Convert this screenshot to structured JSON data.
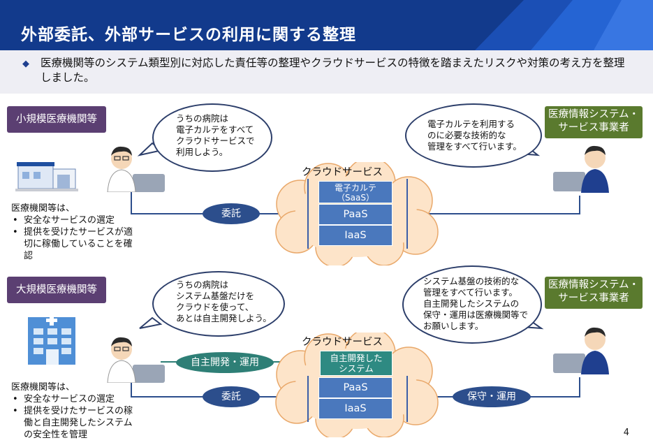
{
  "header": {
    "title": "外部委託、外部サービスの利用に関する整理"
  },
  "summary": {
    "bullet": "◆",
    "text": "医療機関等のシステム類型別に対応した責任等の整理やクラウドサービスの特徴を踏まえたリスクや対策の考え方を整理しました。"
  },
  "top": {
    "tag_left": "小規模医療機関等",
    "tag_right_line1": "医療情報システム・",
    "tag_right_line2": "サービス事業者",
    "left_text_intro": "医療機関等は、",
    "left_text_items": [
      "安全なサービスの選定",
      "提供を受けたサービスが適切に稼働していることを確認"
    ],
    "bubble_left": [
      "うちの病院は",
      "電子カルテをすべて",
      "クラウドサービスで",
      "利用しよう。"
    ],
    "bubble_right": [
      "電子カルテを利用する",
      "のに必要な技術的な",
      "管理をすべて行います。"
    ],
    "cloud_title": "クラウドサービス",
    "stack": [
      "電子カルテ",
      "（SaaS）",
      "PaaS",
      "IaaS"
    ],
    "ellipse_left": "委託"
  },
  "bottom": {
    "tag_left": "大規模医療機関等",
    "tag_right_line1": "医療情報システム・",
    "tag_right_line2": "サービス事業者",
    "left_text_intro": "医療機関等は、",
    "left_text_items": [
      "安全なサービスの選定",
      "提供を受けたサービスの稼働と自主開発したシステムの安全性を管理"
    ],
    "bubble_left": [
      "うちの病院は",
      "システム基盤だけを",
      "クラウドを使って、",
      "あとは自主開発しよう。"
    ],
    "bubble_right": [
      "システム基盤の技術的な",
      "管理をすべて行います。",
      "自主開発したシステムの",
      "保守・運用は医療機関等で",
      "お願いします。"
    ],
    "cloud_title": "クラウドサービス",
    "teal_box": [
      "自主開発した",
      "システム"
    ],
    "stack": [
      "PaaS",
      "IaaS"
    ],
    "ellipse_green": "自主開発・運用",
    "ellipse_left": "委託",
    "ellipse_right": "保守・運用"
  },
  "page_number": "4",
  "colors": {
    "header": "#123a8c",
    "purple": "#5b3f72",
    "green": "#5a7a2e",
    "blue_box": "#4a78bd",
    "teal": "#2e8a82",
    "ellipse": "#2c4e8c"
  }
}
